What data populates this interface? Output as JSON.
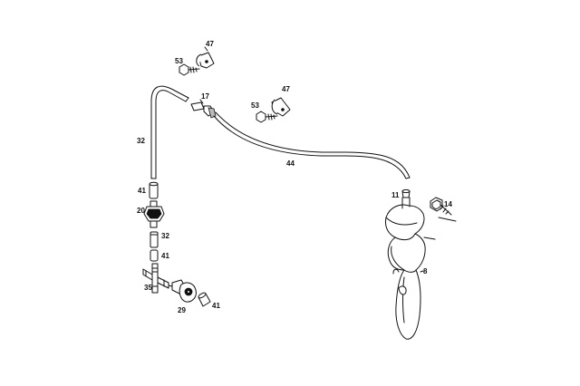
{
  "diagram": {
    "callouts": {
      "p47a": "47",
      "p53a": "53",
      "p17": "17",
      "p47b": "47",
      "p53b": "53",
      "p32a": "32",
      "p44": "44",
      "p41a": "41",
      "p20": "20",
      "p32b": "32",
      "p41b": "41",
      "p11": "11",
      "p14": "14",
      "p8": "8",
      "p35": "35",
      "p29": "29",
      "p41c": "41"
    }
  }
}
